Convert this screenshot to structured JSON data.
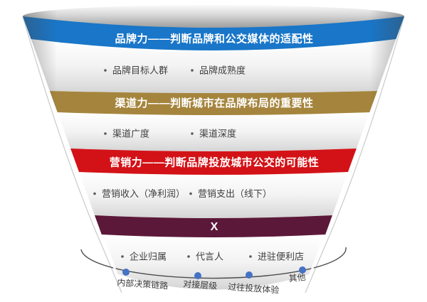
{
  "funnel": {
    "levels": [
      {
        "header": "品牌力——判断品牌和公交媒体的适配性",
        "color": "#1976C8",
        "bullets": [
          "品牌目标人群",
          "品牌成熟度"
        ]
      },
      {
        "header": "渠道力——判断城市在品牌布局的重要性",
        "color": "#A5853D",
        "bullets": [
          "渠道广度",
          "渠道深度"
        ]
      },
      {
        "header": "营销力——判断品牌投放城市公交的可能性",
        "color": "#D31217",
        "bullets": [
          "营销收入（净利润）",
          "营销支出（线下）"
        ]
      },
      {
        "header": "X",
        "color": "#5C1839",
        "bullets": [
          "企业归属",
          "代言人",
          "进驻便利店"
        ]
      }
    ],
    "axis_labels": [
      "内部决策链路",
      "对接层级",
      "过往投放体验",
      "其他"
    ],
    "colors": {
      "dot": "#4472C4",
      "arc": "#4D4D4D"
    }
  }
}
